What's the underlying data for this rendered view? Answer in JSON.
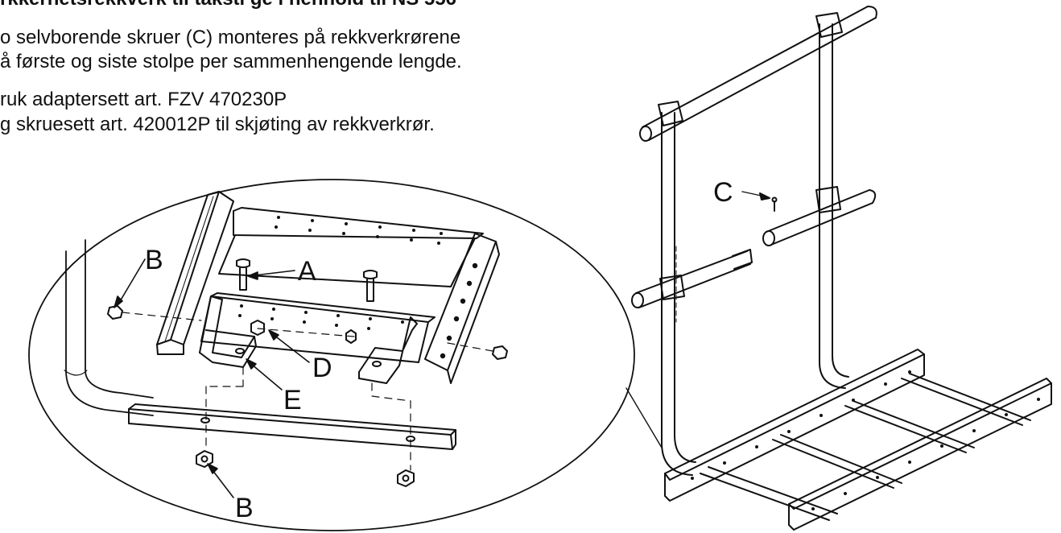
{
  "title": "rkkerhetsrekkverk til taksti ge i henhold til NS 556",
  "paragraph1": {
    "line1": "o selvborende skruer (C) monteres på rekkverkrørene",
    "line2": "å første og siste stolpe per sammenhengende lengde."
  },
  "paragraph2": {
    "line1": "ruk adaptersett art. FZV 470230P",
    "line2": "g skruesett art. 420012P til skjøting av rekkverkrør."
  },
  "labels": {
    "A": "A",
    "B": "B",
    "C": "C",
    "D": "D",
    "E": "E"
  },
  "icons": [
    "bolt-icon",
    "nut-icon",
    "self-drilling-screw-icon",
    "bracket-icon",
    "railing-tube-icon",
    "cable-ladder-icon"
  ]
}
